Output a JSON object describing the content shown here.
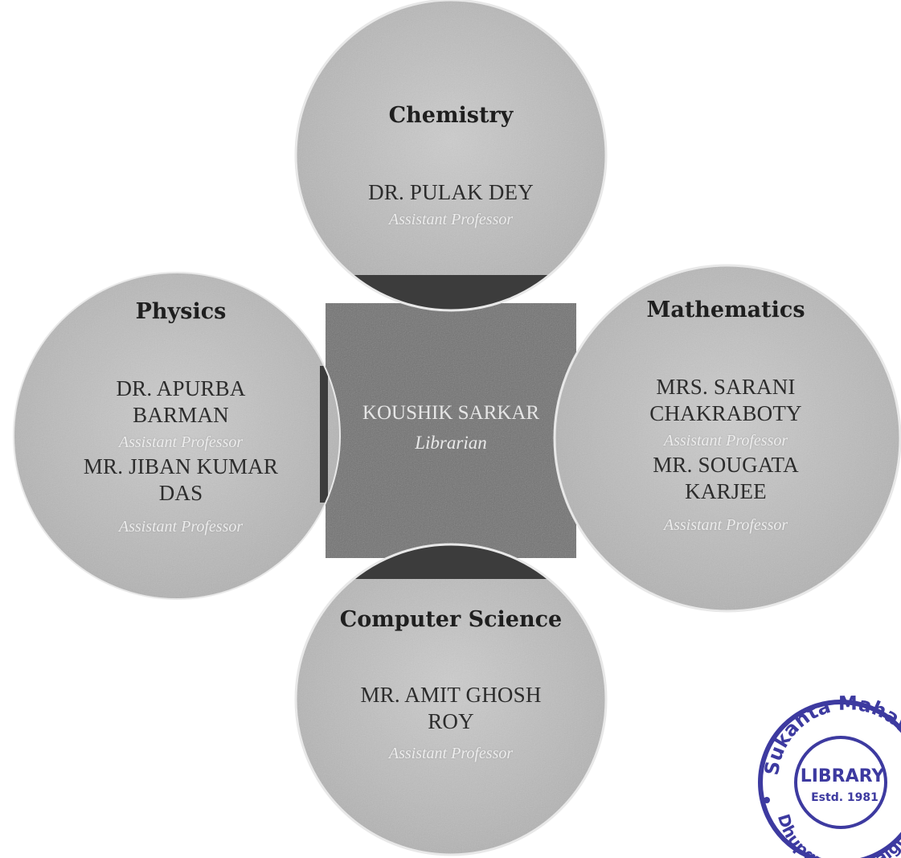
{
  "center": {
    "name": "KOUSHIK SARKAR",
    "role": "Librarian"
  },
  "chemistry": {
    "department": "Chemistry",
    "members": [
      {
        "name_lines": [
          "DR. PULAK DEY"
        ],
        "role": "Assistant Professor"
      }
    ]
  },
  "physics": {
    "department": "Physics",
    "members": [
      {
        "name_lines": [
          "DR. APURBA",
          "BARMAN"
        ],
        "role": "Assistant Professor"
      },
      {
        "name_lines": [
          "MR. JIBAN KUMAR",
          "DAS"
        ],
        "role": "Assistant Professor"
      }
    ]
  },
  "mathematics": {
    "department": "Mathematics",
    "members": [
      {
        "name_lines": [
          "MRS. SARANI",
          "CHAKRABOTY"
        ],
        "role": "Assistant Professor"
      },
      {
        "name_lines": [
          "MR. SOUGATA",
          "KARJEE"
        ],
        "role": "Assistant Professor"
      }
    ]
  },
  "computer_science": {
    "department": "Computer Science",
    "members": [
      {
        "name_lines": [
          "MR. AMIT GHOSH",
          "ROY"
        ],
        "role": "Assistant Professor"
      }
    ]
  },
  "stamp": {
    "top_text": "Sukanta Mahavidyalaya",
    "center_text": "LIBRARY",
    "established": "Estd. 1981",
    "bottom_text": "Dhupguri, Jalpaiguri"
  },
  "colors": {
    "circle_fill": "#bdbdbd",
    "center_fill": "#727272",
    "lens_fill": "#3c3c3c",
    "stamp_ink": "#3d3aa0"
  }
}
